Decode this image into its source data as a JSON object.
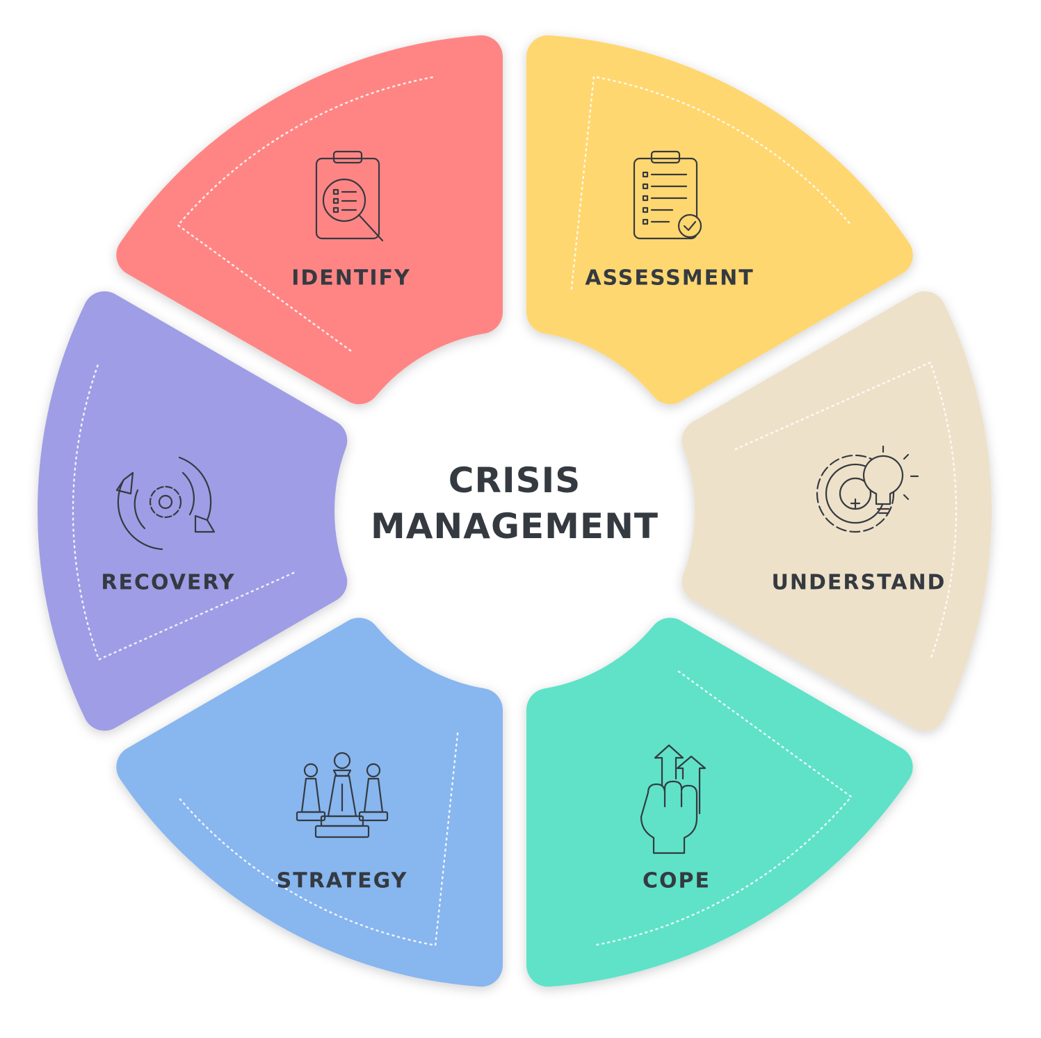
{
  "title": {
    "line1": "CRISIS",
    "line2": "MANAGEMENT"
  },
  "segments": [
    {
      "key": "identify",
      "label": "IDENTIFY",
      "icon": "clipboard-search-icon",
      "color": "#FF8585"
    },
    {
      "key": "assessment",
      "label": "ASSESSMENT",
      "icon": "clipboard-checklist-icon",
      "color": "#FFD76F"
    },
    {
      "key": "understand",
      "label": "UNDERSTAND",
      "icon": "gear-lightbulb-icon",
      "color": "#EEE1C9"
    },
    {
      "key": "cope",
      "label": "COPE",
      "icon": "fist-arrows-icon",
      "color": "#5EE2C8"
    },
    {
      "key": "strategy",
      "label": "STRATEGY",
      "icon": "chess-pieces-icon",
      "color": "#88B6EF"
    },
    {
      "key": "recovery",
      "label": "RECOVERY",
      "icon": "gear-cycle-icon",
      "color": "#9E9DE5"
    }
  ],
  "text_color": "#343A40"
}
